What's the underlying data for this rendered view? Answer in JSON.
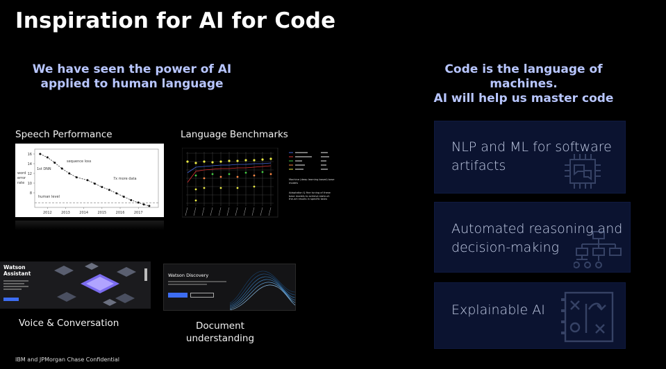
{
  "slide": {
    "title": "Inspiration for AI for Code",
    "left_heading": [
      "We have seen the power of AI",
      "applied to human language"
    ],
    "right_heading": [
      "Code is the language of machines.",
      "AI will help us master code"
    ],
    "footer": "IBM and JPMorgan Chase Confidential"
  },
  "thumbnails": {
    "speech": {
      "caption": "Speech Performance",
      "ylabel": [
        "word",
        "error",
        "rate"
      ],
      "annotations": [
        "sequence loss",
        "1st DNN",
        "7x more data",
        "human level"
      ]
    },
    "benchmarks": {
      "caption": "Language  Benchmarks",
      "notes": [
        "Machine (deep learning based) base models",
        "Adaptation & fine tuning of these base models to achieve state-of-the-art results in specific tasks"
      ]
    },
    "watson_assistant": {
      "caption": "Voice & Conversation",
      "name": [
        "Watson",
        "Assistant"
      ]
    },
    "watson_discovery": {
      "caption_lines": [
        "Document",
        "understanding"
      ],
      "name": "Watson Discovery"
    }
  },
  "chart_data": {
    "type": "line",
    "title": "Speech Performance",
    "xlabel": "",
    "ylabel": "word error rate",
    "x": [
      2011.6,
      2012.0,
      2012.4,
      2012.8,
      2013.2,
      2013.6,
      2014.2,
      2014.6,
      2015.0,
      2015.4,
      2015.8,
      2016.2,
      2016.6,
      2017.0,
      2017.3,
      2017.6
    ],
    "series": [
      {
        "values": [
          16,
          15.3,
          14.2,
          13.0,
          12.0,
          11.2,
          10.6,
          9.9,
          9.2,
          8.6,
          7.9,
          7.2,
          6.5,
          6.0,
          5.6,
          5.3
        ]
      }
    ],
    "reference_line": {
      "label": "human level",
      "value": 5.9
    },
    "xticks": [
      "2012",
      "2013",
      "2014",
      "2015",
      "2016",
      "2017"
    ],
    "yticks": [
      "8",
      "10",
      "12",
      "14",
      "16"
    ],
    "xlim": [
      2011.3,
      2018.1
    ],
    "ylim": [
      5,
      17
    ]
  },
  "cards": [
    {
      "label": [
        "NLP and ML for software",
        "artifacts"
      ],
      "icon": "chip-chat-icon"
    },
    {
      "label": [
        "Automated reasoning and",
        "decision-making"
      ],
      "icon": "decision-tree-icon"
    },
    {
      "label": [
        "Explainable AI"
      ],
      "icon": "strategy-board-icon"
    }
  ]
}
